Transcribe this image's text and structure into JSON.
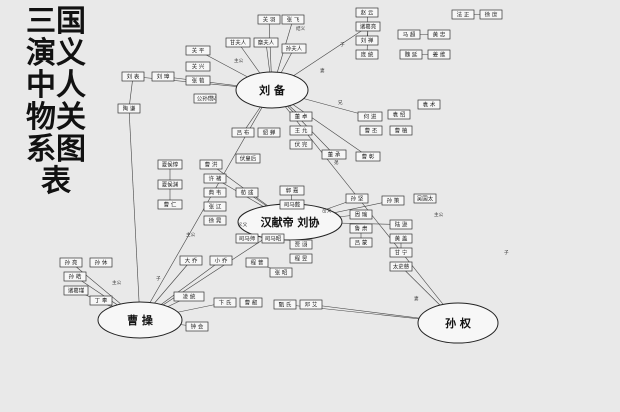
{
  "title": "三国演义中人物关系图表",
  "centers": {
    "liubei": "刘 备",
    "xiandi": "汉献帝 刘协",
    "caocao": "曹 操",
    "sunquan": "孙 权"
  },
  "nodes": {
    "n1": "关 羽",
    "n2": "张 飞",
    "n3": "赵 云",
    "n4": "诸葛亮",
    "n5": "刘 禅",
    "n6": "庞 统",
    "n7": "马 超",
    "n8": "黄 忠",
    "n9": "魏 延",
    "n10": "姜 维",
    "n11": "法 正",
    "n12": "徐 庶",
    "n13": "甘夫人",
    "n14": "糜夫人",
    "n15": "孙夫人",
    "n16": "关 平",
    "n17": "关 兴",
    "n18": "张 苞",
    "n19": "刘 表",
    "n20": "刘 璋",
    "n21": "公孙瓒",
    "n22": "陶 谦",
    "n23": "吕 布",
    "n24": "貂 蝉",
    "n25": "董 卓",
    "n26": "王 允",
    "n27": "伏 完",
    "n28": "伏皇后",
    "n29": "董 承",
    "n30": "何 进",
    "n31": "袁 绍",
    "n32": "袁 术",
    "n33": "曹 丕",
    "n34": "曹 植",
    "n35": "曹 彰",
    "n36": "夏侯惇",
    "n37": "夏侯渊",
    "n38": "曹 仁",
    "n39": "曹 洪",
    "n40": "许 褚",
    "n41": "典 韦",
    "n42": "张 辽",
    "n43": "徐 晃",
    "n44": "荀 彧",
    "n45": "郭 嘉",
    "n46": "司马懿",
    "n47": "司马师",
    "n48": "司马昭",
    "n49": "贾 诩",
    "n50": "程 昱",
    "n51": "孙 坚",
    "n52": "孙 策",
    "n53": "吴国太",
    "n54": "周 瑜",
    "n55": "鲁 肃",
    "n56": "吕 蒙",
    "n57": "陆 逊",
    "n58": "黄 盖",
    "n59": "甘 宁",
    "n60": "太史慈",
    "n61": "大 乔",
    "n62": "小 乔",
    "n63": "程 普",
    "n64": "张 昭",
    "n65": "孙 亮",
    "n66": "孙 休",
    "n67": "孙 皓",
    "n68": "诸葛瑾",
    "n69": "丁 奉",
    "n70": "凌 统",
    "n71": "卞 氏",
    "n72": "曹 叡",
    "n73": "甄 氏",
    "n74": "邓 艾",
    "n75": "钟 会"
  },
  "edge_labels": {
    "e1": "结义",
    "e2": "主公",
    "e3": "子",
    "e4": "妻",
    "e5": "父",
    "e6": "兄",
    "e7": "弟",
    "e8": "主公",
    "e9": "义父",
    "e10": "岳父",
    "e11": "主公",
    "e12": "子",
    "e13": "妻",
    "e14": "主公",
    "e15": "子"
  }
}
